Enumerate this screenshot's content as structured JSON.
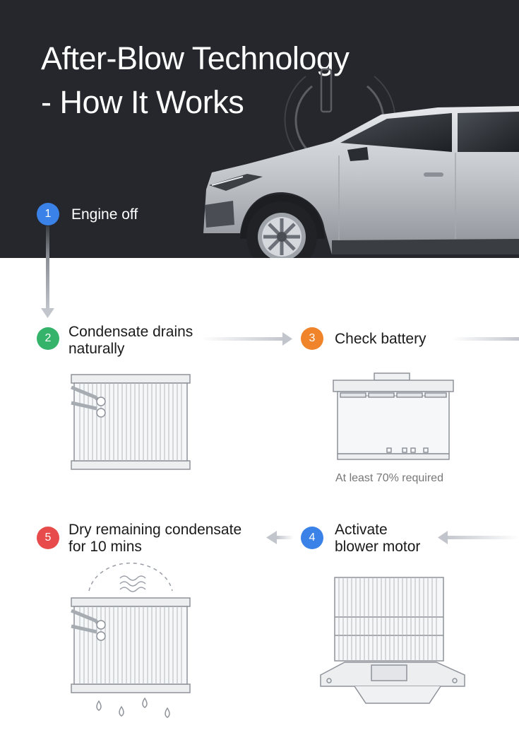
{
  "title": {
    "line1": "After-Blow Technology",
    "line2": "- How It Works"
  },
  "steps": [
    {
      "number": "1",
      "label_lines": [
        "Engine off"
      ],
      "color": "#3b82e8"
    },
    {
      "number": "2",
      "label_lines": [
        "Condensate drains",
        "naturally"
      ],
      "color": "#35b36a"
    },
    {
      "number": "3",
      "label_lines": [
        "Check battery"
      ],
      "color": "#f0842a"
    },
    {
      "number": "4",
      "label_lines": [
        "Activate",
        "blower motor"
      ],
      "color": "#3b82e8"
    },
    {
      "number": "5",
      "label_lines": [
        "Dry remaining condensate",
        "for 10 mins"
      ],
      "color": "#e84b4b"
    }
  ],
  "battery_caption": "At least 70% required",
  "colors": {
    "hero_background": "#25272c",
    "arrow": "#c8ccd2",
    "line_art": "#9a9ea6"
  },
  "icons": [
    "power-icon",
    "car-illustration",
    "evaporator-illustration",
    "battery-illustration",
    "blower-motor-illustration",
    "airflow-icon",
    "water-drop-icon"
  ]
}
